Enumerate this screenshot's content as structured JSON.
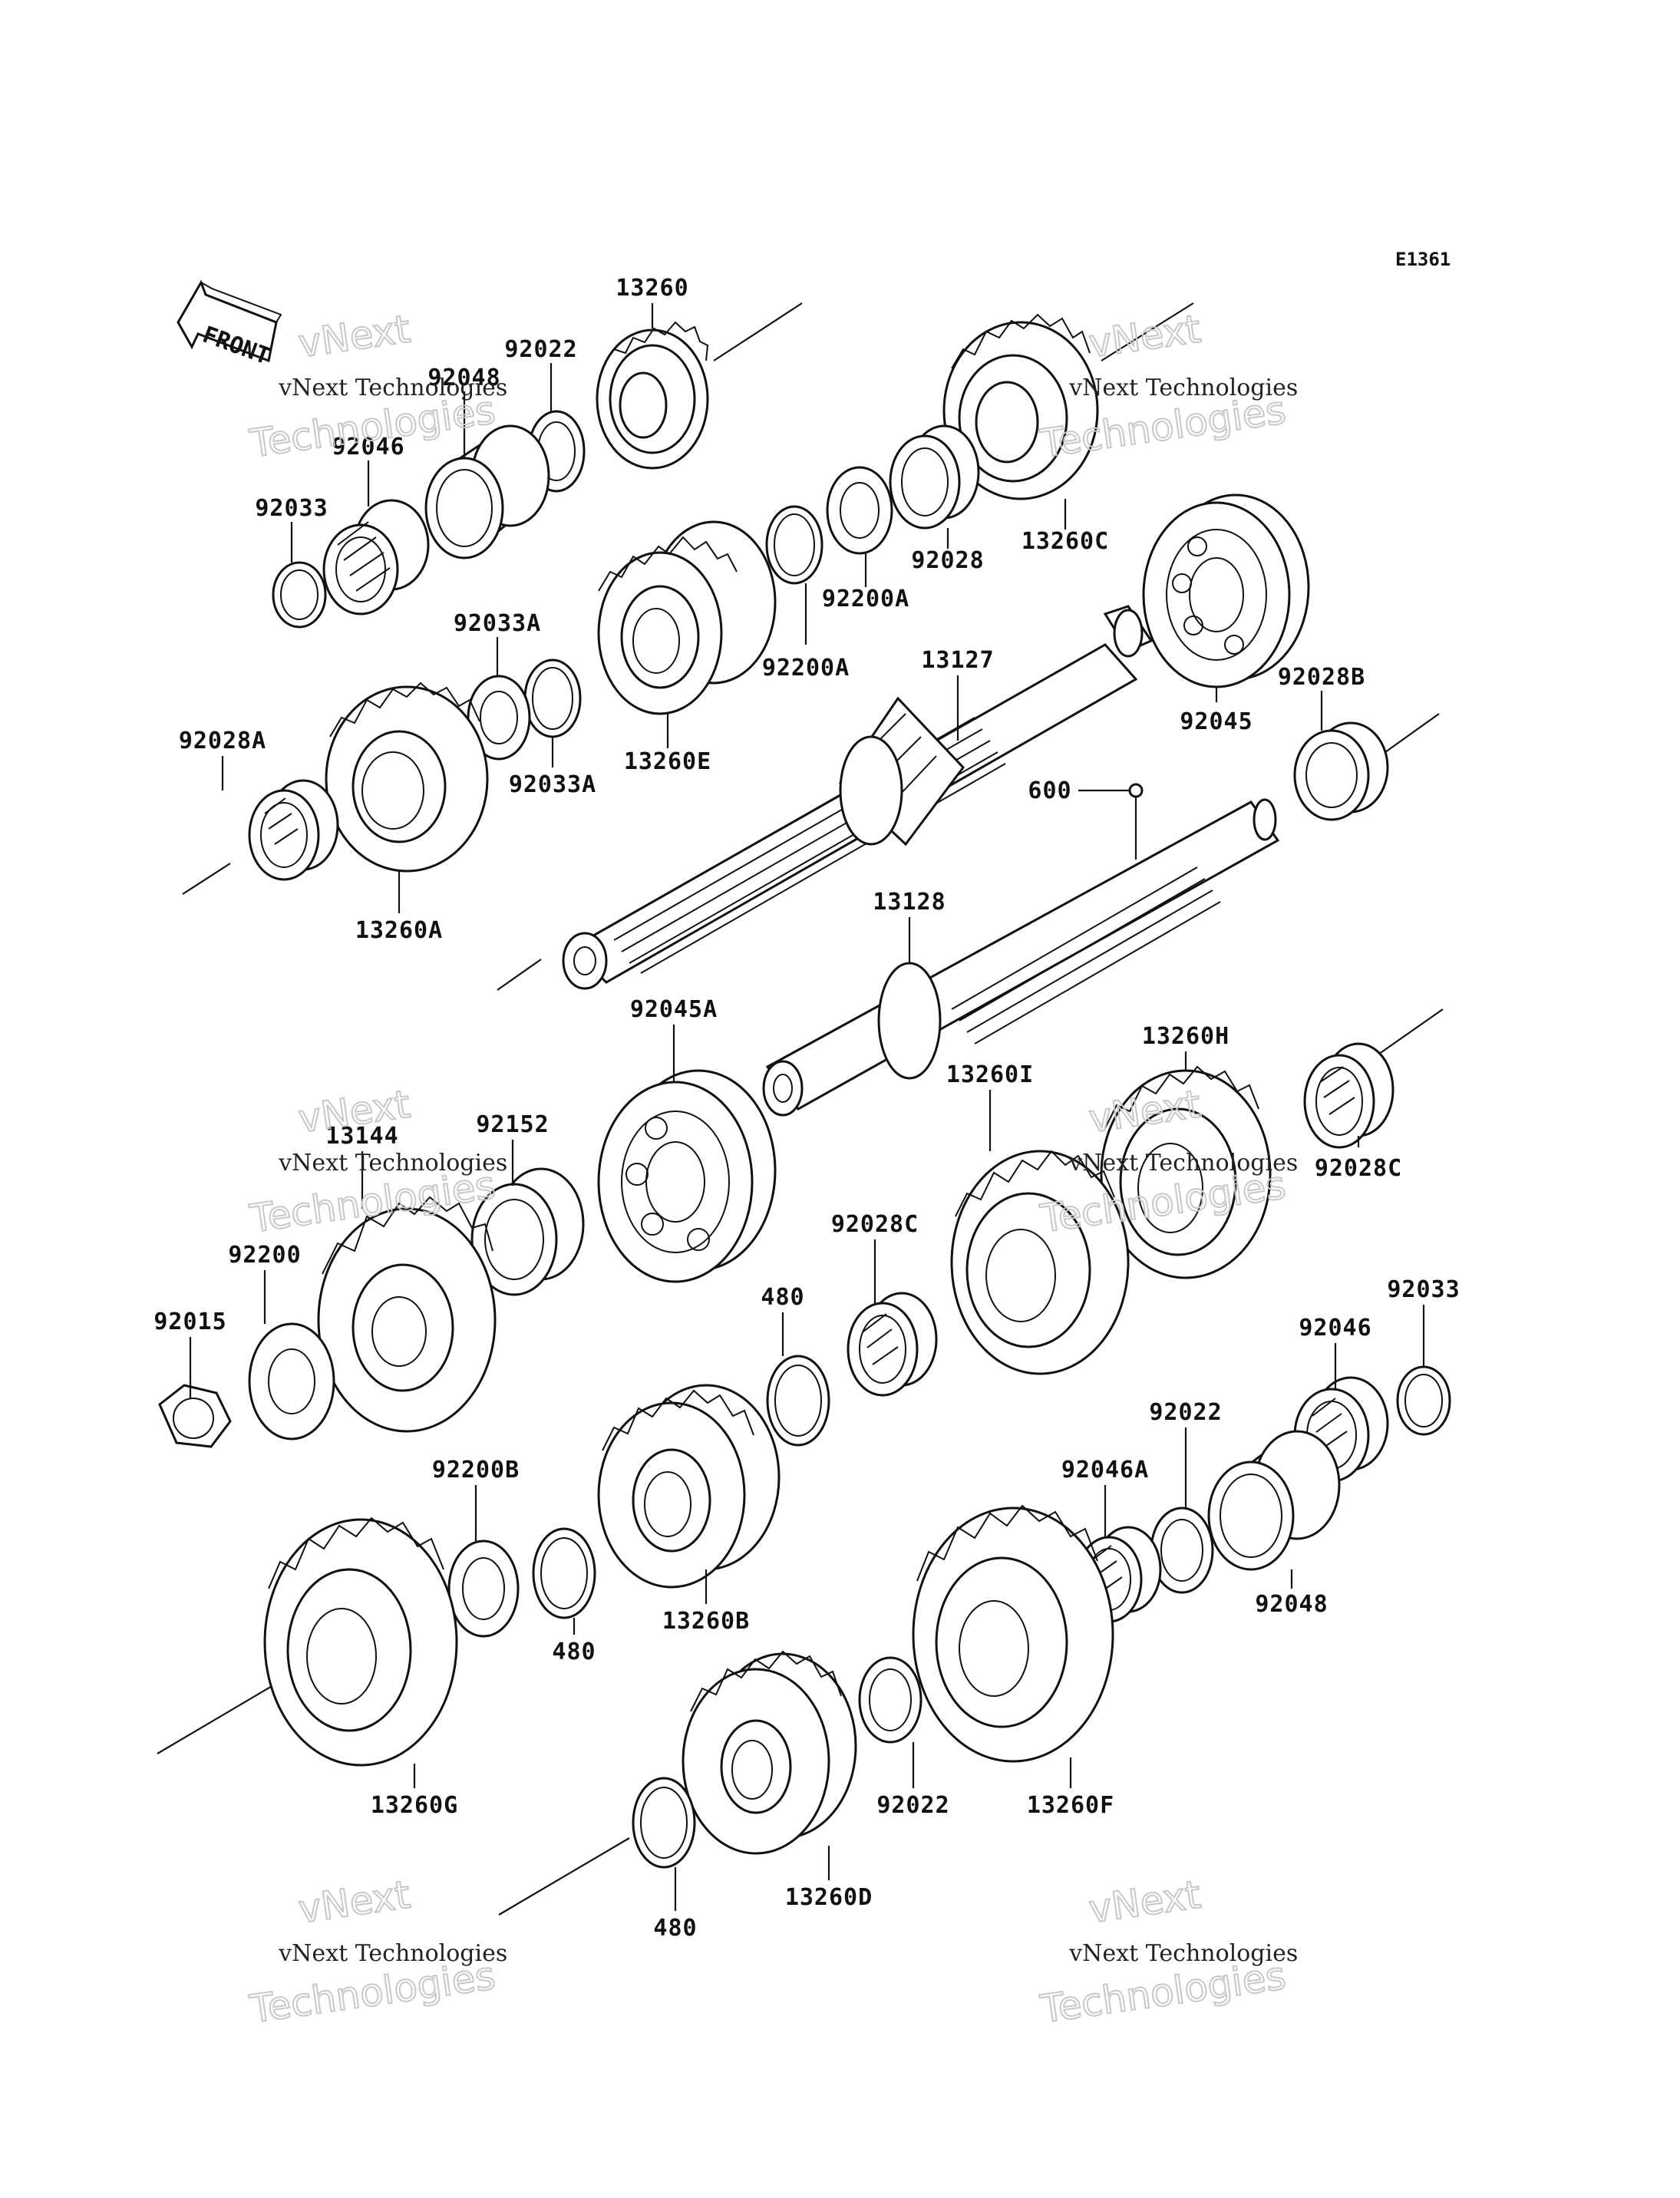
{
  "diagram": {
    "code": "E1361",
    "front_label": "FRONT",
    "watermark": {
      "line1": "vNext",
      "line2": "vNext Technologies",
      "line3": "Technologies"
    },
    "parts": [
      {
        "id": "p13260",
        "number": "13260"
      },
      {
        "id": "p92022a",
        "number": "92022"
      },
      {
        "id": "p92048a",
        "number": "92048"
      },
      {
        "id": "p92046a",
        "number": "92046"
      },
      {
        "id": "p92033a",
        "number": "92033"
      },
      {
        "id": "p13260c",
        "number": "13260C"
      },
      {
        "id": "p92028",
        "number": "92028"
      },
      {
        "id": "p92200a1",
        "number": "92200A"
      },
      {
        "id": "p92033a1",
        "number": "92033A"
      },
      {
        "id": "p13127",
        "number": "13127"
      },
      {
        "id": "p92200a2",
        "number": "92200A"
      },
      {
        "id": "p92033a2",
        "number": "92033A"
      },
      {
        "id": "p13260e",
        "number": "13260E"
      },
      {
        "id": "p92045",
        "number": "92045"
      },
      {
        "id": "p92028b",
        "number": "92028B"
      },
      {
        "id": "p92028a",
        "number": "92028A"
      },
      {
        "id": "p13260a",
        "number": "13260A"
      },
      {
        "id": "p600",
        "number": "600"
      },
      {
        "id": "p13128",
        "number": "13128"
      },
      {
        "id": "p92045a",
        "number": "92045A"
      },
      {
        "id": "p13260h",
        "number": "13260H"
      },
      {
        "id": "p13260i",
        "number": "13260I"
      },
      {
        "id": "p92028c1",
        "number": "92028C"
      },
      {
        "id": "p13144",
        "number": "13144"
      },
      {
        "id": "p92152",
        "number": "92152"
      },
      {
        "id": "p92200",
        "number": "92200"
      },
      {
        "id": "p92015",
        "number": "92015"
      },
      {
        "id": "p92028c2",
        "number": "92028C"
      },
      {
        "id": "p480a",
        "number": "480"
      },
      {
        "id": "p92033b",
        "number": "92033"
      },
      {
        "id": "p92046b",
        "number": "92046"
      },
      {
        "id": "p92022b",
        "number": "92022"
      },
      {
        "id": "p92046c",
        "number": "92046A"
      },
      {
        "id": "p92200b",
        "number": "92200B"
      },
      {
        "id": "p480b",
        "number": "480"
      },
      {
        "id": "p13260b",
        "number": "13260B"
      },
      {
        "id": "p92048b",
        "number": "92048"
      },
      {
        "id": "p13260g",
        "number": "13260G"
      },
      {
        "id": "p92022c",
        "number": "92022"
      },
      {
        "id": "p13260f",
        "number": "13260F"
      },
      {
        "id": "p13260d",
        "number": "13260D"
      },
      {
        "id": "p480c",
        "number": "480"
      }
    ]
  }
}
